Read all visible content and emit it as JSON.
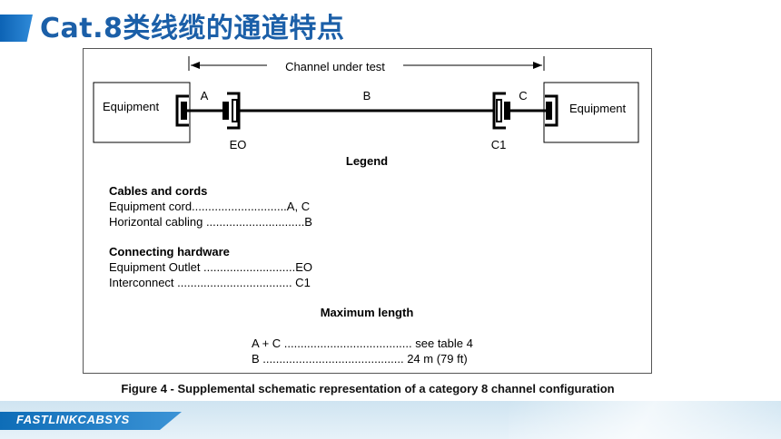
{
  "header": {
    "title": "Cat.8类线缆的通道特点"
  },
  "diagram": {
    "channel_label": "Channel under test",
    "equipment_left": "Equipment",
    "equipment_right": "Equipment",
    "segment_a": "A",
    "segment_b": "B",
    "segment_c": "C",
    "eo_label": "EO",
    "c1_label": "C1"
  },
  "legend": {
    "title": "Legend",
    "groups": [
      {
        "heading": "Cables and cords",
        "lines": [
          "Equipment cord.............................A, C",
          "Horizontal cabling ..............................B"
        ]
      },
      {
        "heading": "Connecting hardware",
        "lines": [
          "Equipment Outlet ............................EO",
          "Interconnect ...................................  C1"
        ]
      }
    ],
    "max_title": "Maximum length",
    "max_lines": [
      "A + C ....................................... see table 4",
      "B  ........................................... 24 m (79 ft)"
    ]
  },
  "caption": "Figure 4 - Supplemental schematic representation of a category 8 channel configuration",
  "footer": {
    "brand": "FASTLINKCABSYS"
  },
  "colors": {
    "title": "#1b5fa8",
    "accent": "#0d63b5",
    "footer_band": "#d6e9f4"
  }
}
